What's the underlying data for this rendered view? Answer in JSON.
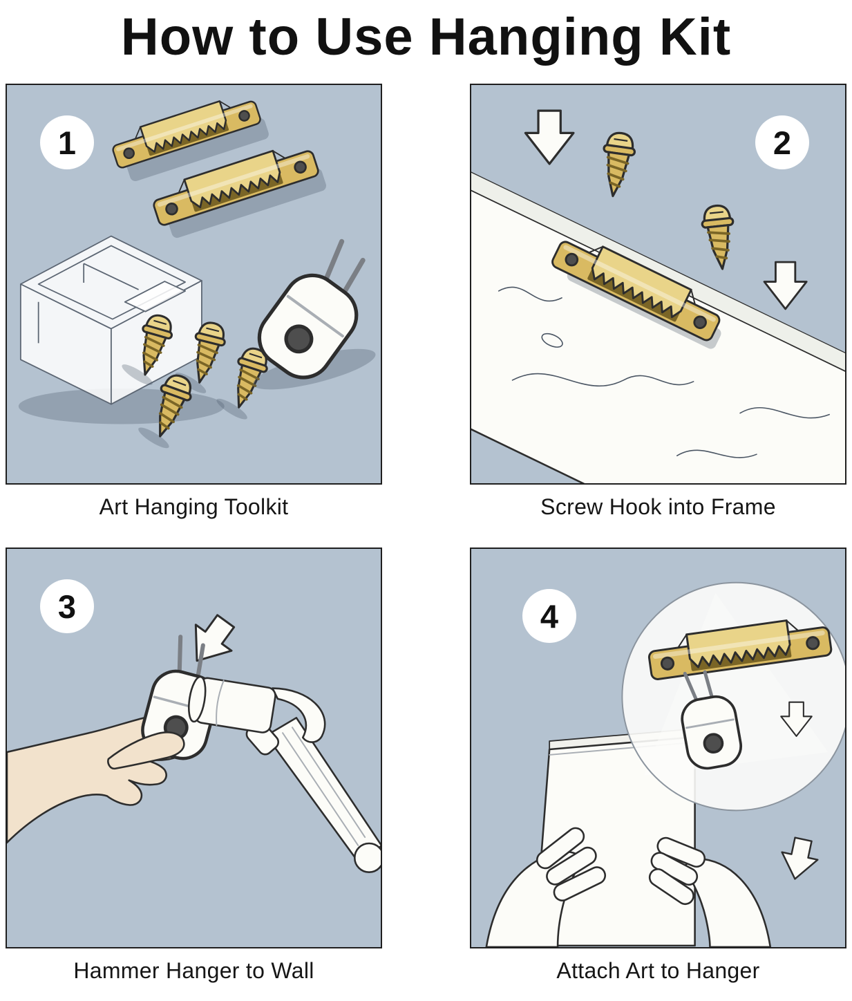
{
  "title": "How to Use Hanging  Kit",
  "colors": {
    "page_bg": "#ffffff",
    "panel_bg": "#b4c2d0",
    "panel_border": "#1f1f1f",
    "gold": "#d9ba62",
    "gold_light": "#e9d489",
    "gold_dark": "#7a6526",
    "outline": "#2d2d2d",
    "white_part": "#fcfcf8",
    "skin": "#f2e2cc",
    "shadow": "rgba(73,86,104,0.30)",
    "text": "#111111"
  },
  "steps": [
    {
      "number": "1",
      "caption": "Art Hanging Toolkit"
    },
    {
      "number": "2",
      "caption": "Screw Hook into Frame"
    },
    {
      "number": "3",
      "caption": "Hammer Hanger to Wall"
    },
    {
      "number": "4",
      "caption": "Attach Art to Hanger"
    }
  ]
}
